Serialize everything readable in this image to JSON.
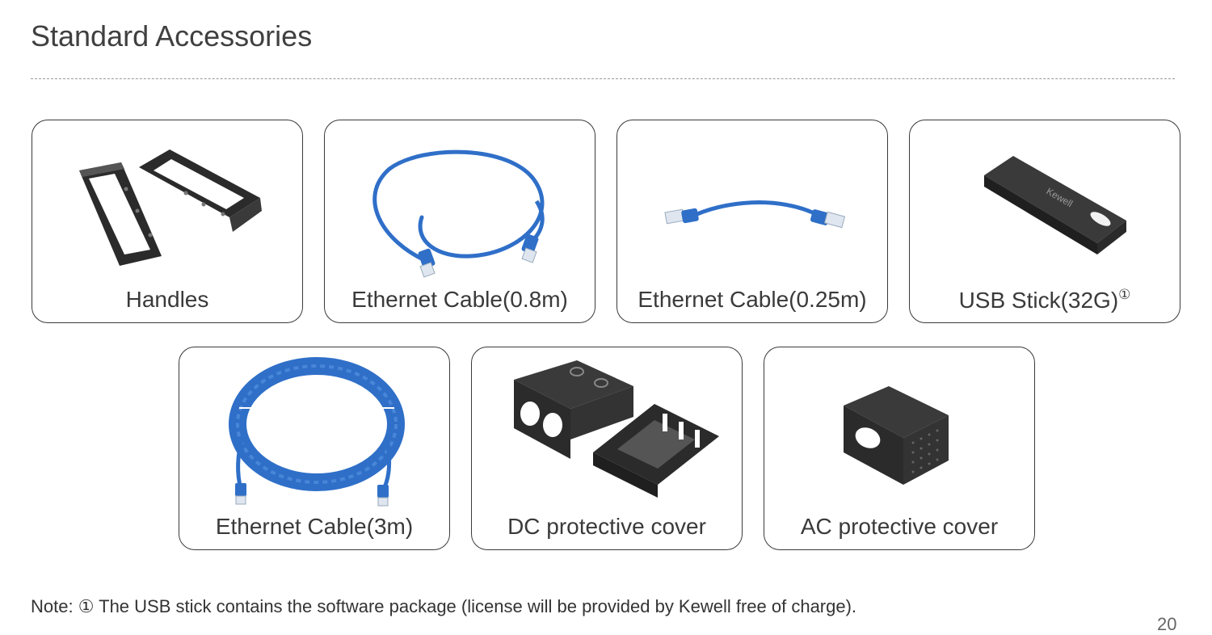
{
  "title": "Standard Accessories",
  "items": [
    {
      "label": "Handles"
    },
    {
      "label": "Ethernet Cable(0.8m)"
    },
    {
      "label": "Ethernet Cable(0.25m)"
    },
    {
      "label": "USB Stick(32G)",
      "footnote_mark": "①"
    },
    {
      "label": "Ethernet Cable(3m)"
    },
    {
      "label": "DC protective cover"
    },
    {
      "label": "AC protective cover"
    }
  ],
  "usb_brand": "Kewell",
  "note": "Note: ① The USB stick contains the software package (license will be provided by Kewell free of charge).",
  "page_number": "20",
  "colors": {
    "cable_blue": "#2f6fc8",
    "product_black": "#2b2b2b",
    "border": "#3a3a3a"
  }
}
